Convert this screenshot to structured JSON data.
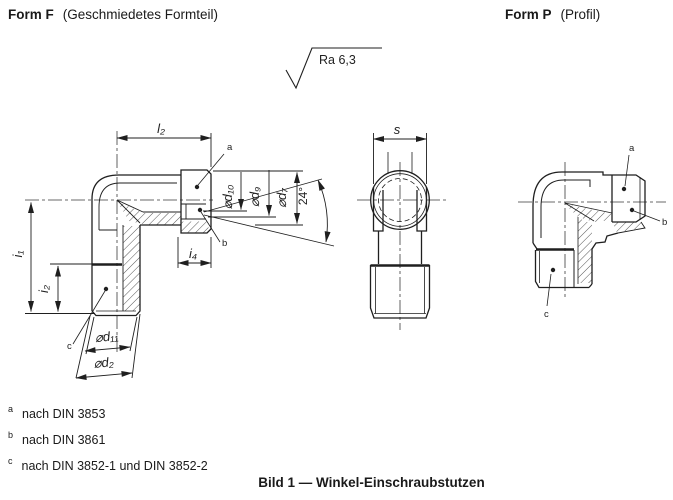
{
  "header": {
    "form_f_label": "Form F",
    "form_f_desc": "(Geschmiedetes Formteil)",
    "form_p_label": "Form P",
    "form_p_desc": "(Profil)"
  },
  "surface_finish": {
    "label": "Ra 6,3"
  },
  "form_f": {
    "dims": {
      "l2": "l₂",
      "d10": "⌀d₁₀",
      "d9": "⌀d₉",
      "d7": "⌀d₇",
      "cone_angle": "24°",
      "i4": "i₄",
      "i1": "i₁",
      "i2": "i₂",
      "d11": "⌀d₁₁",
      "d2": "⌀d₂"
    },
    "refs": {
      "a": "a",
      "b": "b",
      "c": "c"
    }
  },
  "side_view": {
    "dims": {
      "s": "s"
    }
  },
  "form_p": {
    "refs": {
      "a": "a",
      "b": "b",
      "c": "c"
    }
  },
  "footnotes": [
    {
      "marker": "a",
      "text": "nach DIN 3853"
    },
    {
      "marker": "b",
      "text": "nach DIN 3861"
    },
    {
      "marker": "c",
      "text": "nach DIN 3852-1 und DIN 3852-2"
    }
  ],
  "caption": "Bild 1 — Winkel-Einschraubstutzen",
  "colors": {
    "line": "#1f1f1f",
    "background": "#ffffff"
  }
}
